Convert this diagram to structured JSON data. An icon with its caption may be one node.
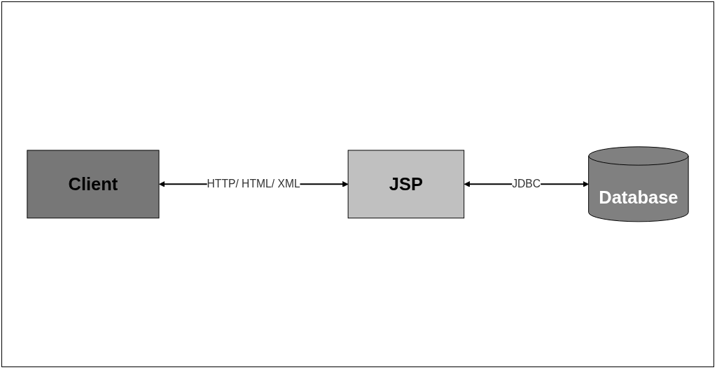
{
  "diagram": {
    "nodes": [
      {
        "text": [
          "Client"
        ]
      },
      {
        "text": [
          "JSP"
        ]
      },
      {
        "text": [
          "Database"
        ]
      }
    ],
    "edges": [
      {
        "from": 0,
        "to": 1,
        "arrow": "both",
        "label": "HTTP/ HTML/ XML"
      },
      {
        "from": 1,
        "to": 2,
        "arrow": "both",
        "label": "JDBC"
      }
    ]
  }
}
